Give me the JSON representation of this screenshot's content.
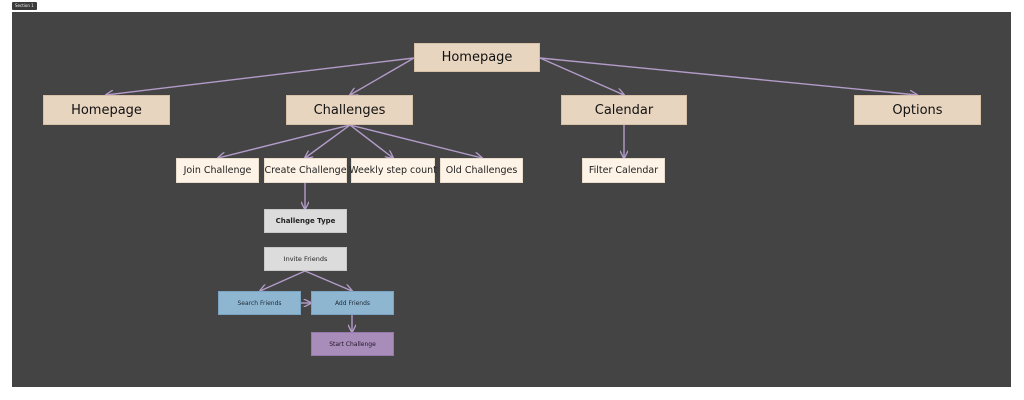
{
  "section_label": "Section 1",
  "colors": {
    "canvas": "#444444",
    "connector": "#b39cc9",
    "primary_node": "#e8d5c0",
    "secondary_node": "#fdf3e6",
    "grey_node": "#dcdcdc",
    "blue_node": "#8fb6d1",
    "purple_node": "#a88dba"
  },
  "nodes": {
    "root": "Homepage",
    "homepage": "Homepage",
    "challenges": "Challenges",
    "calendar": "Calendar",
    "options": "Options",
    "join_challenge": "Join Challenge",
    "create_challenge": "Create Challenge",
    "weekly_step_count": "Weekly step count",
    "old_challenges": "Old Challenges",
    "filter_calendar": "Filter Calendar",
    "challenge_type": "Challenge Type",
    "invite_friends": "Invite Friends",
    "search_friends": "Search Friends",
    "add_friends": "Add Friends",
    "start_challenge": "Start Challenge"
  }
}
